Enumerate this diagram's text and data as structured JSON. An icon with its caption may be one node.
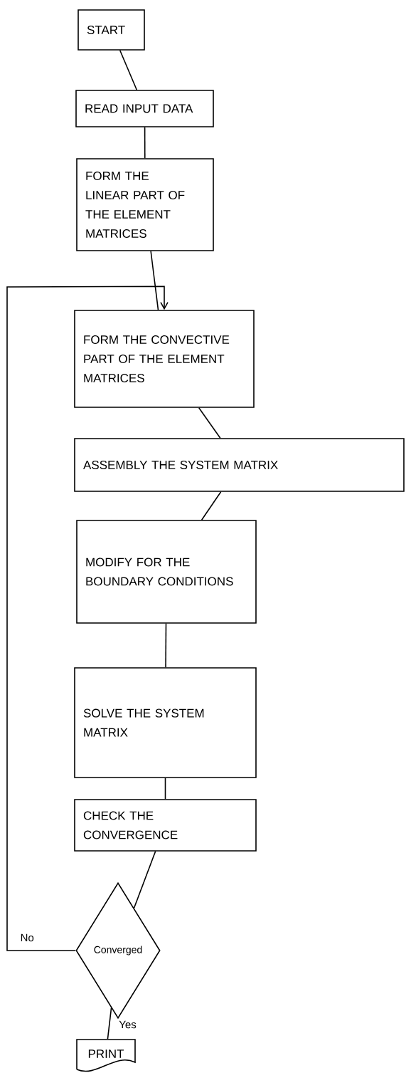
{
  "diagram": {
    "nodes": [
      {
        "text": [
          "START"
        ]
      },
      {
        "text": [
          "READ INPUT DATA"
        ]
      },
      {
        "text": [
          "FORM THE LINEAR PART OF THE ELEMENT MATRICES"
        ]
      },
      {
        "text": [
          "FORM THE CONVECTIVE PART OF THE ELEMENT MATRICES"
        ]
      },
      {
        "text": [
          "ASSEMBLY THE SYSTEM MATRIX"
        ]
      },
      {
        "text": [
          "MODIFY FOR THE BOUNDARY CONDITIONS"
        ]
      },
      {
        "text": [
          "SOLVE THE SYSTEM MATRIX"
        ]
      },
      {
        "text": [
          "CHECK THE CONVERGENCE"
        ]
      },
      {
        "text": [
          "Converged"
        ]
      },
      {
        "text": [
          "PRINT"
        ]
      }
    ],
    "edges": [
      {
        "from": 0,
        "to": 1,
        "arrow": "none"
      },
      {
        "from": 1,
        "to": 2,
        "arrow": "none"
      },
      {
        "from": 2,
        "to": 3,
        "arrow": "none"
      },
      {
        "from": 3,
        "to": 4,
        "arrow": "none"
      },
      {
        "from": 4,
        "to": 5,
        "arrow": "none"
      },
      {
        "from": 5,
        "to": 6,
        "arrow": "none"
      },
      {
        "from": 6,
        "to": 7,
        "arrow": "none"
      },
      {
        "from": 7,
        "to": 8,
        "arrow": "none"
      },
      {
        "from": 8,
        "to": 9,
        "label": "Yes",
        "arrow": "none"
      },
      {
        "from": 8,
        "to": 3,
        "label": "No",
        "arrow": "to"
      }
    ]
  }
}
